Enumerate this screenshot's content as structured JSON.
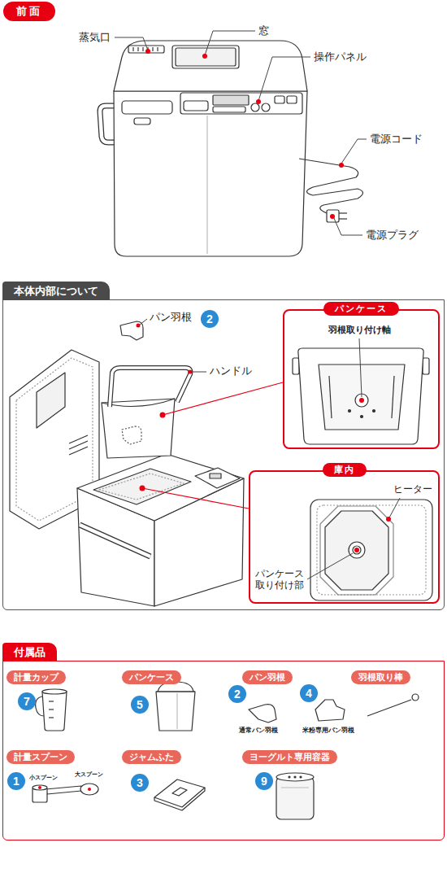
{
  "diagram": {
    "nodes": [
      {
        "text": [
          "前面"
        ]
      },
      {
        "text": [
          "本体内部について"
        ]
      },
      {
        "text": [
          "2"
        ],
        "in": 1
      },
      {
        "text": [
          "パンケース"
        ],
        "in": 1
      },
      {
        "text": [
          "庫内"
        ],
        "in": 1
      },
      {
        "text": [
          "付属品"
        ]
      },
      {
        "text": [
          "計量カップ"
        ],
        "in": 5
      },
      {
        "text": [
          "7"
        ],
        "in": 5
      },
      {
        "text": [
          "パンケース"
        ],
        "in": 5
      },
      {
        "text": [
          "5"
        ],
        "in": 5
      },
      {
        "text": [
          "パン羽根"
        ],
        "in": 5
      },
      {
        "text": [
          "2"
        ],
        "in": 5
      },
      {
        "text": [
          "4"
        ],
        "in": 5
      },
      {
        "text": [
          "羽根取り棒"
        ],
        "in": 5
      },
      {
        "text": [
          "計量スプーン"
        ],
        "in": 5
      },
      {
        "text": [
          "1"
        ],
        "in": 5
      },
      {
        "text": [
          "ジャムふた"
        ],
        "in": 5
      },
      {
        "text": [
          "3"
        ],
        "in": 5
      },
      {
        "text": [
          "ヨーグルト専用容器"
        ],
        "in": 5
      },
      {
        "text": [
          "9"
        ],
        "in": 5
      }
    ],
    "labels": [
      "蒸気口",
      "窓",
      "操作パネル",
      "電源コード",
      "電源プラグ",
      "パン羽根",
      "ハンドル",
      "羽根取り付け軸",
      "ヒーター",
      "パンケース取り付け部",
      "通常パン羽根",
      "米粉専用パン羽根",
      "小スプーン",
      "大スプーン"
    ]
  }
}
